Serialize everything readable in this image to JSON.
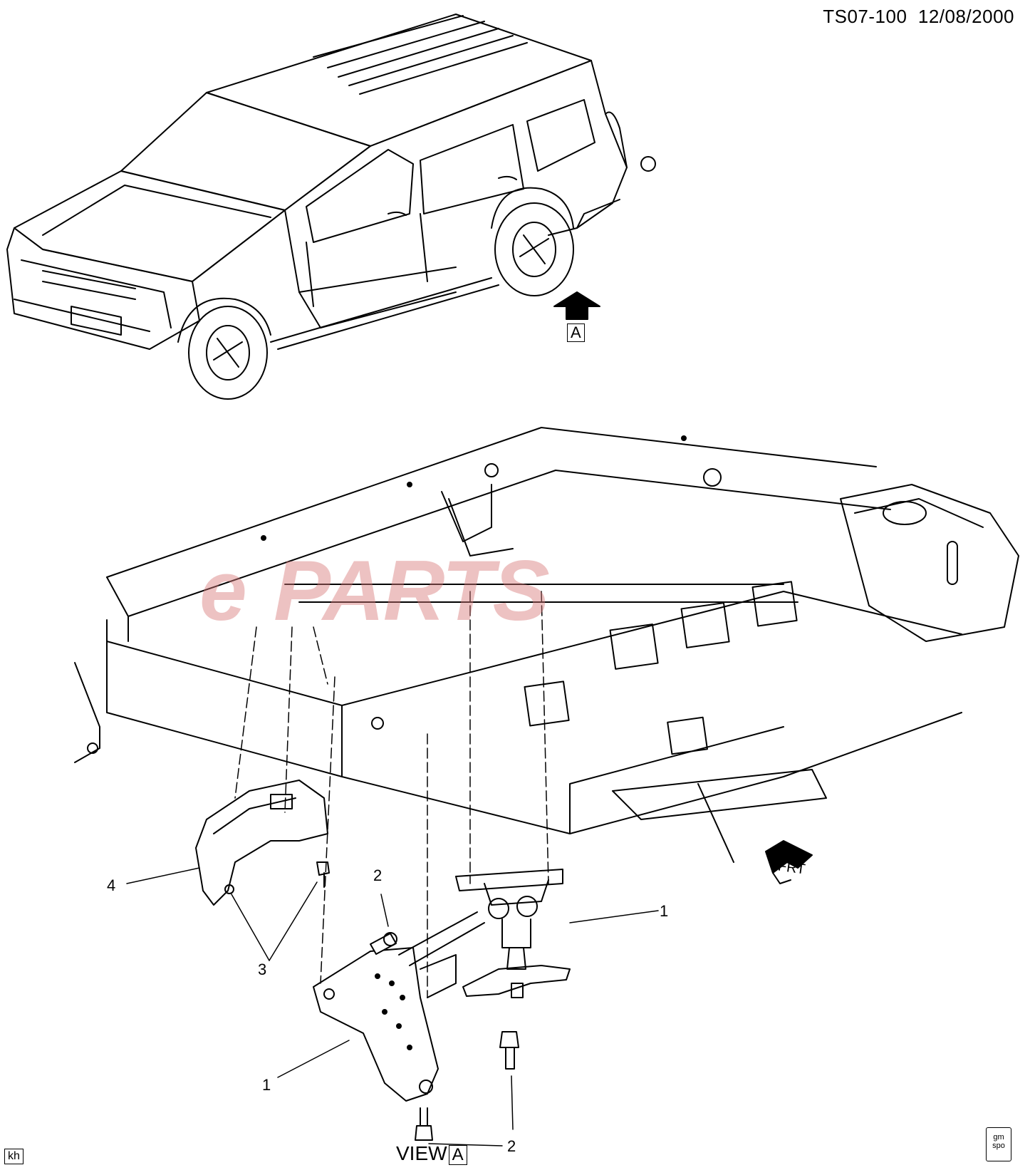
{
  "header": {
    "code": "TS07-100",
    "date": "12/08/2000"
  },
  "watermark": {
    "brand_e": "e",
    "brand_parts": "PARTS"
  },
  "view_marker": {
    "letter": "A"
  },
  "view_label": {
    "text": "VIEW",
    "letter": "A"
  },
  "direction": {
    "frt": "FRT"
  },
  "callouts": [
    "1",
    "1",
    "2",
    "2",
    "3",
    "4"
  ],
  "footer": {
    "initials": "kh",
    "logo_line1": "gm",
    "logo_line2": "spo"
  }
}
